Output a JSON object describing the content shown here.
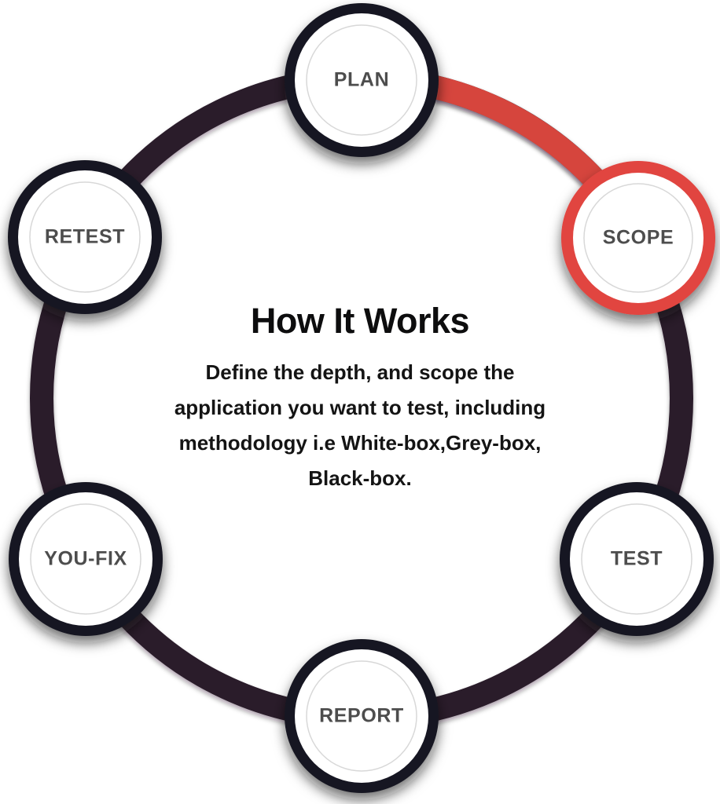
{
  "center": {
    "title": "How It Works",
    "description_lines": [
      "Define the depth, and scope the",
      "application you want to test, including",
      "methodology i.e White-box,Grey-box,",
      "Black-box."
    ]
  },
  "nodes": [
    {
      "id": "plan",
      "label": "PLAN",
      "active": false
    },
    {
      "id": "scope",
      "label": "SCOPE",
      "active": true
    },
    {
      "id": "test",
      "label": "TEST",
      "active": false
    },
    {
      "id": "report",
      "label": "REPORT",
      "active": false
    },
    {
      "id": "you-fix",
      "label": "YOU-FIX",
      "active": false
    },
    {
      "id": "retest",
      "label": "RETEST",
      "active": false
    }
  ],
  "colors": {
    "background": "#ffffff",
    "ring_dark": "#2a1b2a",
    "node_ring_dark": "#171821",
    "accent_red": "#d6453e",
    "active_ring_red": "#e14440",
    "node_fill": "#ffffff",
    "inner_circle_gray": "#d8d8d8",
    "label_gray": "#4d4d4d",
    "title_color": "#0d0d0e",
    "body_color": "#141414"
  }
}
